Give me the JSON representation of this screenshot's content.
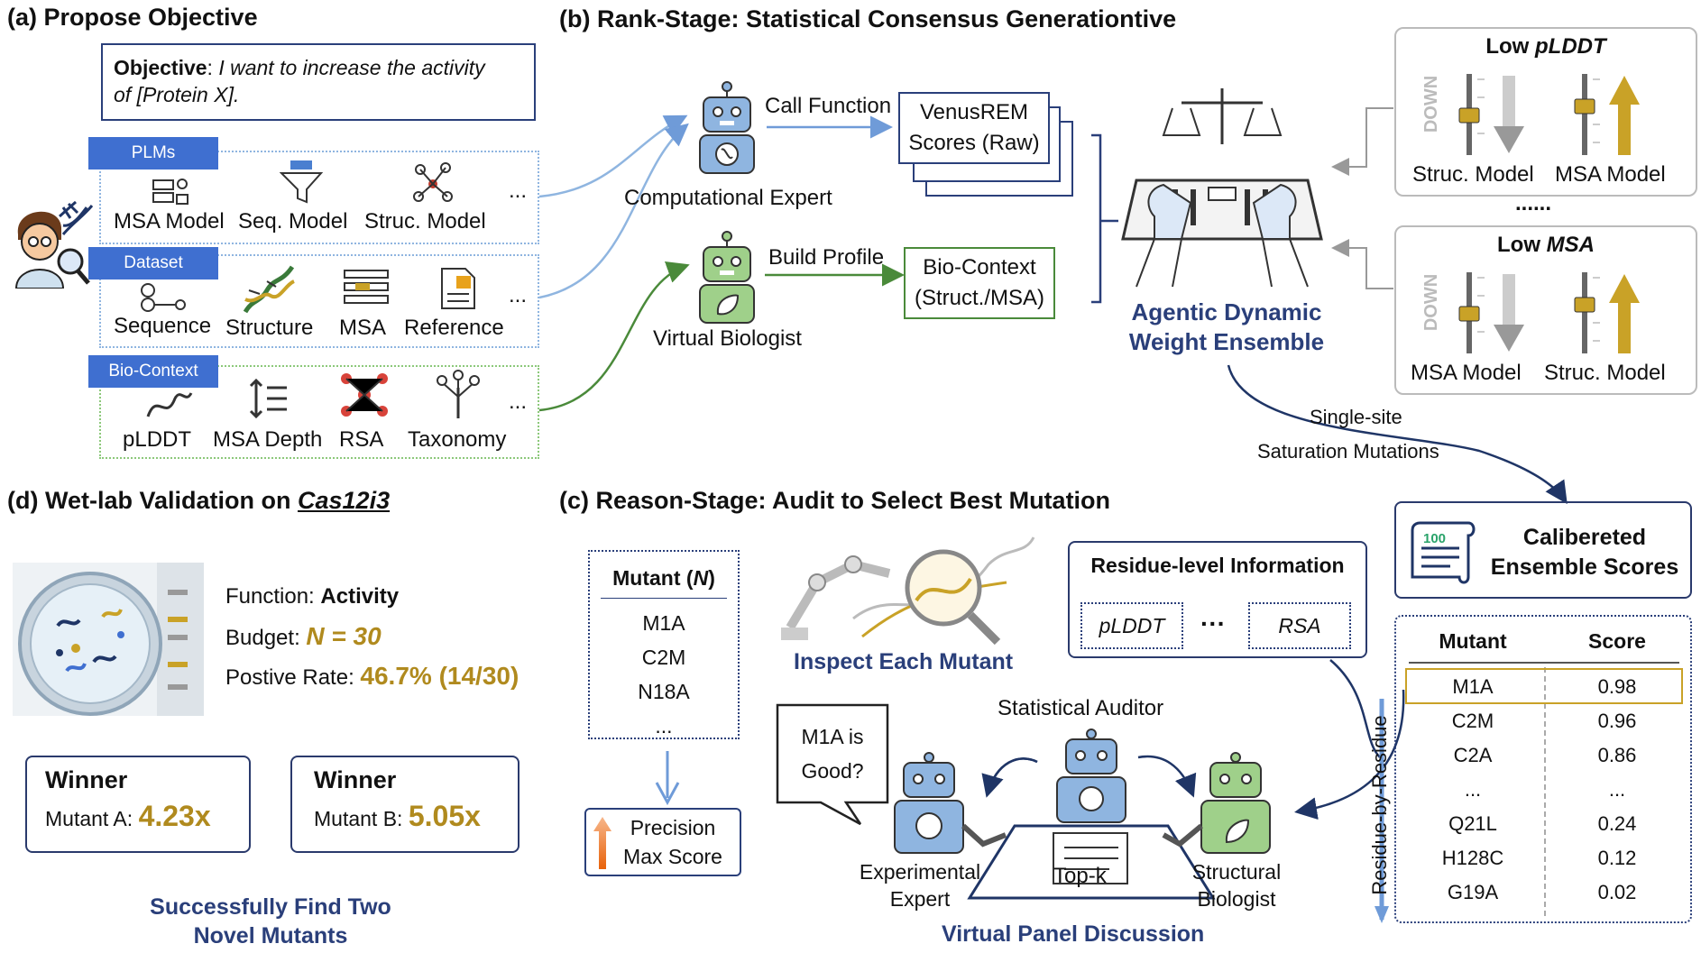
{
  "panel_a": {
    "title": "(a) Propose Objective",
    "objective_label": "Objective",
    "objective_text": "I want to increase the activity",
    "objective_text2": "of [Protein X].",
    "groups": [
      {
        "tag": "PLMs",
        "items": [
          "MSA Model",
          "Seq. Model",
          "Struc. Model"
        ],
        "more": "..."
      },
      {
        "tag": "Dataset",
        "items": [
          "Sequence",
          "Structure",
          "MSA",
          "Reference"
        ],
        "more": "..."
      },
      {
        "tag": "Bio-Context",
        "items": [
          "pLDDT",
          "MSA Depth",
          "RSA",
          "Taxonomy"
        ],
        "more": "..."
      }
    ]
  },
  "panel_b": {
    "title": "(b) Rank-Stage: Statistical Consensus Generationtive",
    "call_function": "Call Function",
    "computational_expert": "Computational Expert",
    "venus_line1": "VenusREM",
    "venus_line2": "Scores (Raw)",
    "build_profile": "Build Profile",
    "virtual_biologist": "Virtual Biologist",
    "bio_context_line1": "Bio-Context",
    "bio_context_line2": "(Struct./MSA)",
    "ensemble_line1": "Agentic Dynamic",
    "ensemble_line2": "Weight Ensemble",
    "low_plddt_prefix": "Low ",
    "low_plddt_em": "pLDDT",
    "low_msa_prefix": "Low ",
    "low_msa_em": "MSA",
    "down_label": "DOWN",
    "struc_model": "Struc. Model",
    "msa_model": "MSA Model",
    "dots": "......",
    "single_site": "Single-site",
    "saturation": "Saturation Mutations",
    "colors": {
      "blue_arrow": "#6f9bd8",
      "green_arrow": "#4a8a3a",
      "gold": "#c9a227",
      "navy": "#2a3f7a"
    }
  },
  "panel_c": {
    "title": "(c) Reason-Stage: Audit to Select Best Mutation",
    "mutant_header_prefix": "Mutant (",
    "mutant_header_em": "N",
    "mutant_header_suffix": ")",
    "mutant_list": [
      "M1A",
      "C2M",
      "N18A",
      "..."
    ],
    "precision_line1": "Precision",
    "precision_line2": "Max Score",
    "inspect": "Inspect Each Mutant",
    "residue_info": "Residue-level Information",
    "plddt": "pLDDT",
    "residue_dots": "···",
    "rsa": "RSA",
    "bubble_line1": "M1A is",
    "bubble_line2": "Good?",
    "statistical_auditor": "Statistical Auditor",
    "experimental_expert_line1": "Experimental",
    "experimental_expert_line2": "Expert",
    "topk": "Top-k",
    "structural_biologist_line1": "Structural",
    "structural_biologist_line2": "Biologist",
    "panel_discussion": "Virtual Panel Discussion",
    "residue_by_residue": "Residue-by-Residue",
    "scores_title_line1": "Calibereted",
    "scores_title_line2": "Ensemble Scores",
    "scroll_icon_text": "100",
    "table_headers": [
      "Mutant",
      "Score"
    ],
    "table_rows": [
      [
        "M1A",
        "0.98"
      ],
      [
        "C2M",
        "0.96"
      ],
      [
        "C2A",
        "0.86"
      ],
      [
        "...",
        "..."
      ],
      [
        "Q21L",
        "0.24"
      ],
      [
        "H128C",
        "0.12"
      ],
      [
        "G19A",
        "0.02"
      ]
    ]
  },
  "panel_d": {
    "title_prefix": "(d) Wet-lab Validation on ",
    "title_em": "Cas12i3",
    "function_label": "Function: ",
    "function_value": "Activity",
    "budget_label": "Budget: ",
    "budget_value": "N = 30",
    "rate_label": "Postive Rate: ",
    "rate_value": "46.7% (14/30)",
    "winners": [
      {
        "title": "Winner",
        "label": "Mutant A: ",
        "value": "4.23x"
      },
      {
        "title": "Winner",
        "label": "Mutant B: ",
        "value": "5.05x"
      }
    ],
    "footer_line1": "Successfully Find Two",
    "footer_line2": "Novel Mutants"
  }
}
